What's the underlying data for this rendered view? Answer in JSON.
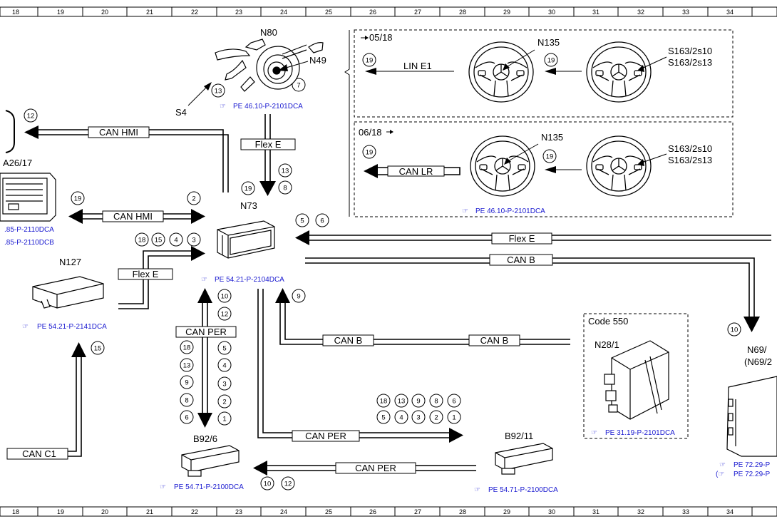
{
  "ruler": [
    "18",
    "19",
    "20",
    "21",
    "22",
    "23",
    "24",
    "25",
    "26",
    "27",
    "28",
    "29",
    "30",
    "31",
    "32",
    "33",
    "34"
  ],
  "components": {
    "n80": "N80",
    "n49": "N49",
    "s4": "S4",
    "n73": "N73",
    "n127": "N127",
    "a26": "A26/17",
    "n135a": "N135",
    "n135b": "N135",
    "s163a1": "S163/2s10",
    "s163a2": "S163/2s13",
    "s163b1": "S163/2s10",
    "s163b2": "S163/2s13",
    "b926": "B92/6",
    "b9211": "B92/11",
    "n281": "N28/1",
    "n69a": "N69/",
    "n69b": "(N69/2"
  },
  "variants": {
    "v1": "05/18",
    "v2": "06/18",
    "code": "Code 550"
  },
  "buses": {
    "can_hmi_top": "CAN HMI",
    "can_hmi_mid": "CAN HMI",
    "flex_e_v": "Flex E",
    "flex_e_left": "Flex E",
    "flex_e_right": "Flex E",
    "can_b_right": "CAN B",
    "can_b_low1": "CAN B",
    "can_b_low2": "CAN B",
    "can_per_v": "CAN PER",
    "can_per_h": "CAN PER",
    "can_per_low": "CAN PER",
    "can_c1": "CAN C1",
    "lin_e1": "LIN E1",
    "can_lr": "CAN LR"
  },
  "refs": {
    "r1": "PE 46.10-P-2101DCA",
    "r2": "PE 46.10-P-2101DCA",
    "r3": "PE 54.21-P-2104DCA",
    "r4": "PE 54.21-P-2141DCA",
    "r5": ".85-P-2110DCA",
    "r6": ".85-P-2110DCB",
    "r7": "PE 31.19-P-2101DCA",
    "r8": "PE 54.71-P-2100DCA",
    "r9": "PE 54.71-P-2100DCA",
    "r10": "PE 72.29-P",
    "r11": "PE 72.29-P"
  },
  "pins": {
    "p13a": "13",
    "p7": "7",
    "p12a": "12",
    "p19a": "19",
    "p2a": "2",
    "p13b": "13",
    "p8a": "8",
    "p19b": "19",
    "p18a": "18",
    "p15a": "15",
    "p4a": "4",
    "p3a": "3",
    "p5a": "5",
    "p6a": "6",
    "p9a": "9",
    "p15b": "15",
    "p10a": "10",
    "p12b": "12",
    "p18b": "18",
    "p13c": "13",
    "p9b": "9",
    "p8b": "8",
    "p6b": "6",
    "p5b": "5",
    "p4b": "4",
    "p3b": "3",
    "p2b": "2",
    "p1a": "1",
    "q18": "18",
    "q13": "13",
    "q9": "9",
    "q8": "8",
    "q6": "6",
    "q5": "5",
    "q4": "4",
    "q3": "3",
    "q2": "2",
    "q1": "1",
    "p10b": "10",
    "p12c": "12",
    "p10c": "10",
    "p19c": "19",
    "p19d": "19",
    "p19e": "19",
    "p19f": "19"
  }
}
